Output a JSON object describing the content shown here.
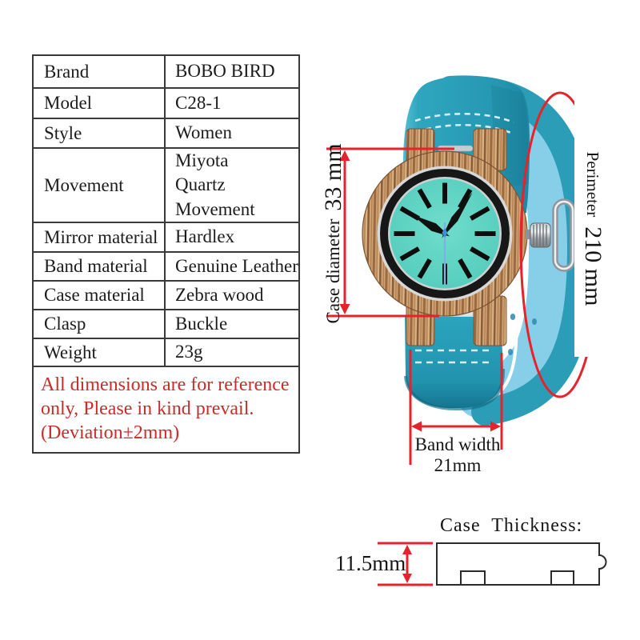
{
  "spec_table": {
    "rows": [
      {
        "label": "Brand",
        "value": "BOBO BIRD"
      },
      {
        "label": "Model",
        "value": "C28-1"
      },
      {
        "label": "Style",
        "value": "Women"
      },
      {
        "label": "Movement",
        "value": "Miyota\nQuartz\nMovement"
      },
      {
        "label": "Mirror material",
        "value": "Hardlex"
      },
      {
        "label": "Band material",
        "value": "Genuine Leather"
      },
      {
        "label": "Case material",
        "value": "Zebra wood"
      },
      {
        "label": "Clasp",
        "value": "Buckle"
      },
      {
        "label": "Weight",
        "value": "23g"
      }
    ],
    "note": "All dimensions are for reference\nonly, Please in kind prevail.\n(Deviation±2mm)"
  },
  "annotations": {
    "case_diameter": {
      "label": "Case diameter",
      "value": "33 mm"
    },
    "perimeter": {
      "label": "Perimeter",
      "value": "210 mm"
    },
    "band_width": {
      "label": "Band width",
      "value": "21mm"
    },
    "case_thickness": {
      "label": "Case Thickness:",
      "value": "11.5mm"
    }
  },
  "colors": {
    "annotation_red": "#e6222a",
    "note_red": "#cd2a2a",
    "band_teal": "#2b9db7",
    "band_lining_blue": "#87cfe9",
    "dial_turquoise": "#5dd1c2",
    "wood_tan": "#cfa475",
    "table_border": "#3a3a3a"
  }
}
